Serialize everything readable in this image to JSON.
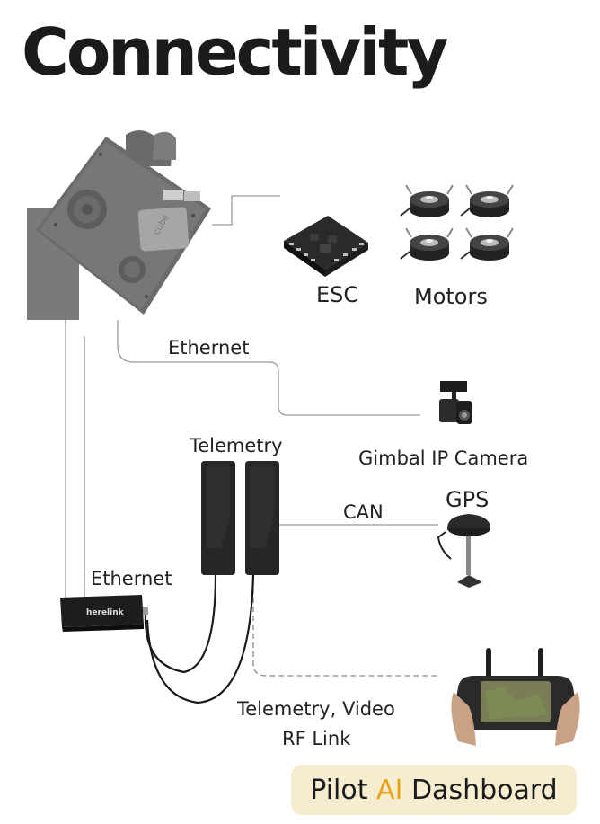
{
  "title": "Connectivity",
  "labels": {
    "esc": "ESC",
    "motors": "Motors",
    "ethernet_top": "Ethernet",
    "gimbal_camera": "Gimbal IP Camera",
    "telemetry": "Telemetry",
    "gps": "GPS",
    "can": "CAN",
    "ethernet_left": "Ethernet",
    "rf_link_line1": "Telemetry, Video",
    "rf_link_line2": "RF Link"
  },
  "device_text": {
    "herelink": "herelink",
    "cube": "cube"
  },
  "badge": {
    "prefix": "Pilot ",
    "highlight": "AI",
    "suffix": " Dashboard"
  },
  "colors": {
    "accent": "#e8a21a",
    "badge_background": "#f6eccf",
    "line": "#9a9a9a"
  }
}
